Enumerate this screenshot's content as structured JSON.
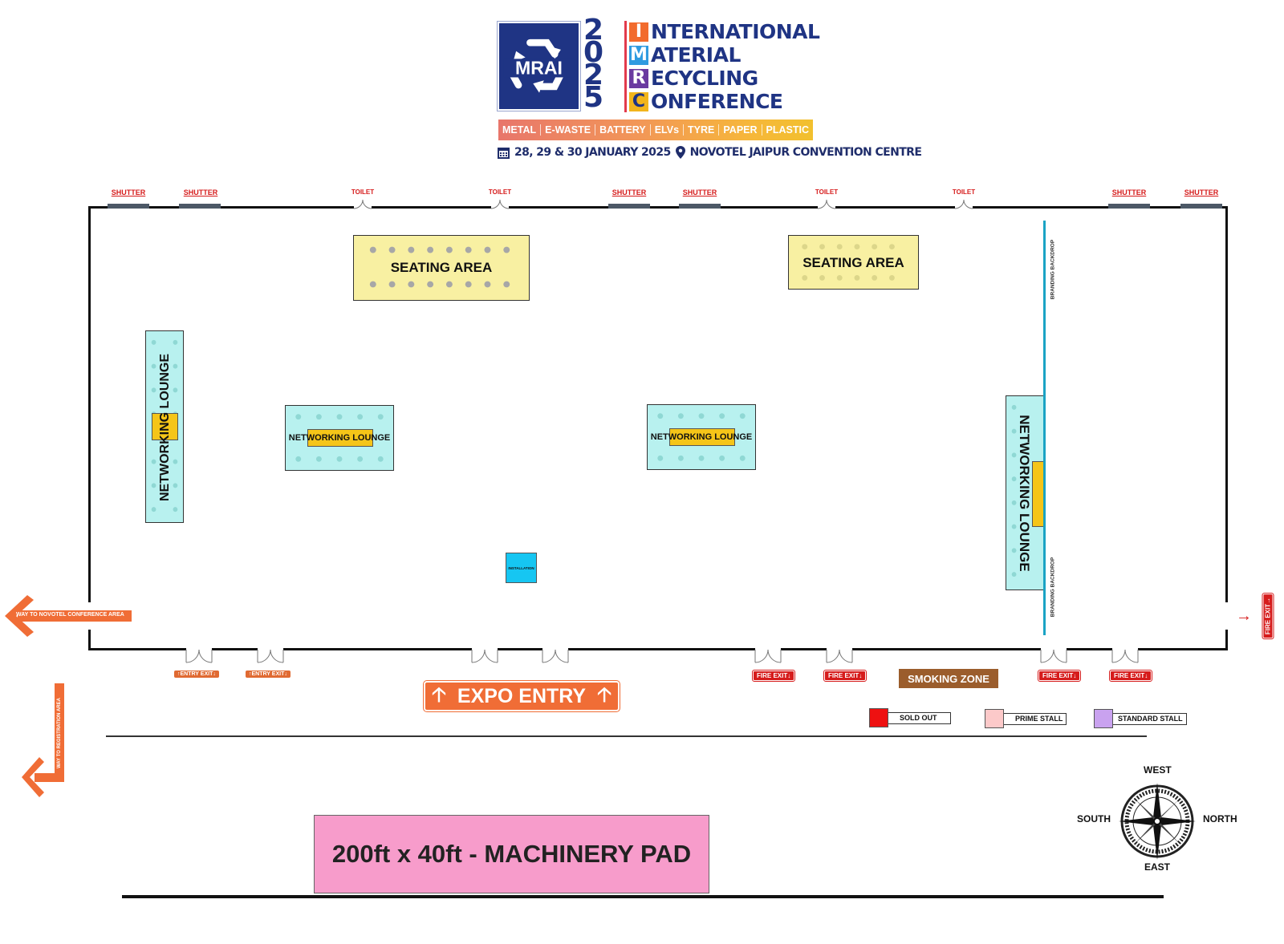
{
  "header": {
    "logo_text": "MRAI",
    "year_digits": [
      "2",
      "0",
      "2",
      "5"
    ],
    "title_rows": [
      {
        "letter": "I",
        "rest": "NTERNATIONAL",
        "color": "#f26b2d"
      },
      {
        "letter": "M",
        "rest": "ATERIAL",
        "color": "#2f9be0"
      },
      {
        "letter": "R",
        "rest": "ECYCLING",
        "color": "#6a3aa0"
      },
      {
        "letter": "C",
        "rest": "ONFERENCE",
        "color": "#f2b51c"
      }
    ],
    "categories": [
      "METAL",
      "E-WASTE",
      "BATTERY",
      "ELVs",
      "TYRE",
      "PAPER",
      "PLASTIC"
    ],
    "dates": "28, 29 & 30 JANUARY 2025",
    "venue": "NOVOTEL JAIPUR CONVENTION CENTRE"
  },
  "top_openings": {
    "shutter": "SHUTTER",
    "toilet": "TOILET"
  },
  "zones": {
    "seating_area": "SEATING AREA",
    "networking_lounge": "NETWORKING LOUNGE",
    "installation": "INSTALLATION",
    "branding_backdrop": "BRANDING BACKDROP"
  },
  "bottom": {
    "entry_exit": "ENTRY EXIT",
    "fire_exit": "FIRE EXIT",
    "expo_entry": "EXPO ENTRY",
    "smoking_zone": "SMOKING ZONE",
    "way_conference": "WAY TO NOVOTEL CONFERENCE AREA",
    "way_registration": "WAY TO REGISTRATION AREA",
    "machinery_pad": "200ft x 40ft - MACHINERY PAD"
  },
  "legend": [
    {
      "label": "SOLD OUT",
      "color": "#ee1111"
    },
    {
      "label": "PRIME STALL",
      "color": "#fcc9c9"
    },
    {
      "label": "STANDARD STALL",
      "color": "#c9a2ef"
    }
  ],
  "compass": {
    "west": "WEST",
    "south": "SOUTH",
    "north": "NORTH",
    "east": "EAST"
  },
  "colors": {
    "brand_navy": "#1f3484",
    "seating_fill": "#f8f0a2",
    "lounge_fill": "#b8f1ef",
    "stage_yellow": "#f5c518",
    "installation": "#16c6f2",
    "exit_orange": "#f06d36",
    "fire_red": "#d61c1c",
    "machinery_pink": "#f79ccb"
  }
}
